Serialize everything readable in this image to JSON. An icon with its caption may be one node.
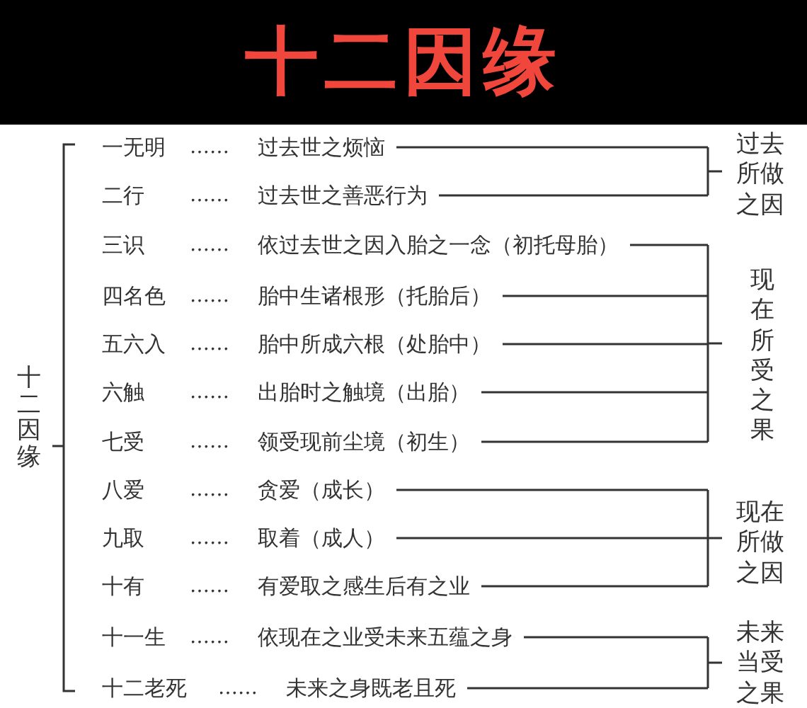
{
  "diagram": {
    "title": "十二因缘",
    "labels": [
      "十二因缘",
      "一无明",
      "……",
      "过去世之烦恼",
      "二行",
      "……",
      "过去世之善恶行为",
      "三识",
      "……",
      "依过去世之因入胎之一念（初托母胎）",
      "四名色",
      "……",
      "胎中生诸根形（托胎后）",
      "五六入",
      "……",
      "胎中所成六根（处胎中）",
      "六触",
      "……",
      "出胎时之触境（出胎）",
      "七受",
      "……",
      "领受现前尘境（初生）",
      "八爱",
      "……",
      "贪爱（成长）",
      "九取",
      "……",
      "取着（成人）",
      "十有",
      "……",
      "有爱取之感生后有之业",
      "十一生",
      "……",
      "依现在之业受未来五蕴之身",
      "十二老死",
      "……",
      "未来之身既老且死",
      "过去所做之因",
      "现在所受之果",
      "现在所做之因",
      "未来当受之果"
    ]
  }
}
